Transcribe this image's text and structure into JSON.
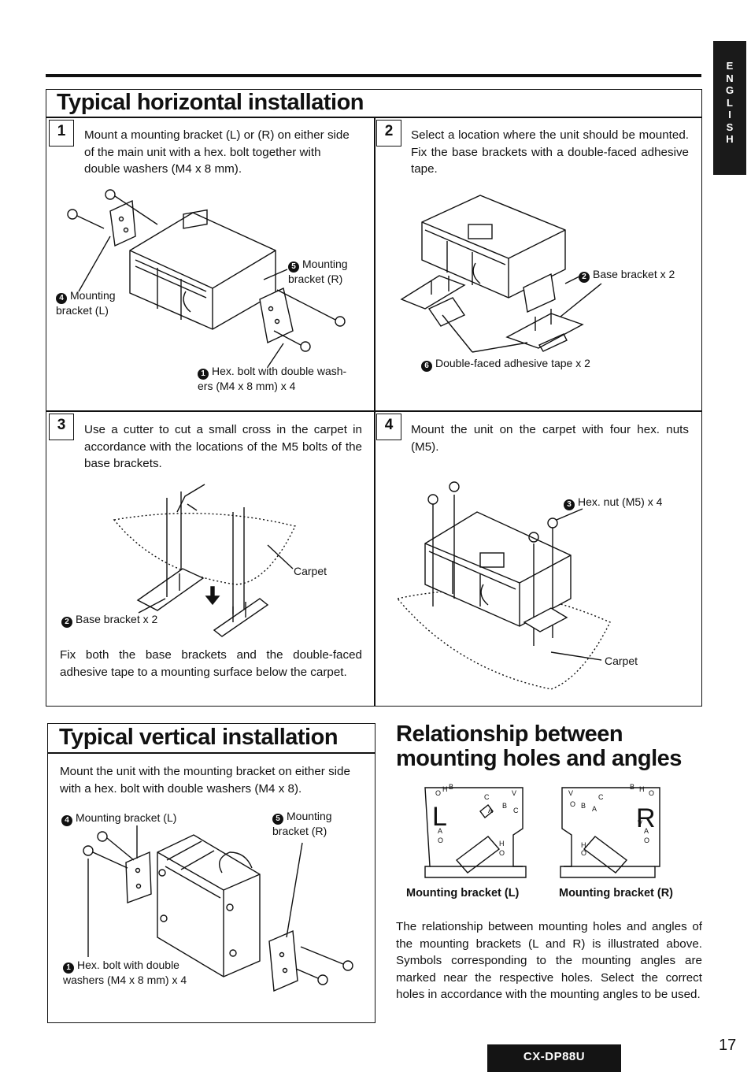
{
  "sidebar": {
    "letters": [
      "E",
      "N",
      "G",
      "L",
      "I",
      "S",
      "H"
    ]
  },
  "horizontal": {
    "title": "Typical horizontal installation",
    "steps": [
      {
        "number": "1",
        "text": "Mount a mounting bracket (L) or (R) on either side of the main unit with a hex. bolt together with double washers (M4 x 8 mm).",
        "labels": {
          "mount_r_num": "5",
          "mount_r": "Mounting bracket (R)",
          "mount_l_num": "4",
          "mount_l": "Mounting bracket (L)",
          "hex_num": "1",
          "hex": "Hex. bolt with double wash- ers (M4 x 8 mm) x 4"
        }
      },
      {
        "number": "2",
        "text": "Select a location where the unit should be mounted. Fix the base brackets with a double-faced adhesive tape.",
        "labels": {
          "base_num": "2",
          "base": "Base bracket x 2",
          "tape_num": "6",
          "tape": "Double-faced adhesive tape x 2"
        }
      },
      {
        "number": "3",
        "text": "Use a cutter to cut a small cross in the carpet in accordance with the locations of the M5 bolts of the base brackets.",
        "labels": {
          "carpet": "Carpet",
          "base_num": "2",
          "base": "Base bracket x 2"
        },
        "footer": "Fix both the base brackets and the double-faced adhesive tape to a mounting surface below the carpet."
      },
      {
        "number": "4",
        "text": "Mount the unit on the carpet with four hex. nuts (M5).",
        "labels": {
          "nut_num": "3",
          "nut": "Hex. nut (M5) x 4",
          "carpet": "Carpet"
        }
      }
    ]
  },
  "vertical": {
    "title": "Typical vertical installation",
    "text": "Mount the unit with the mounting bracket on either side with a hex. bolt with double washers (M4 x 8).",
    "labels": {
      "mount_l_num": "4",
      "mount_l": "Mounting bracket (L)",
      "mount_r_num": "5",
      "mount_r": "Mounting bracket (R)",
      "hex_num": "1",
      "hex": "Hex. bolt with double washers (M4 x 8 mm) x 4"
    }
  },
  "relationship": {
    "title_line1": "Relationship between",
    "title_line2": "mounting holes and angles",
    "bracket_l_letter": "L",
    "bracket_r_letter": "R",
    "caption_l": "Mounting bracket (L)",
    "caption_r": "Mounting bracket (R)",
    "text": "The relationship between mounting holes and angles of the mounting brackets (L and R) is illustrated above. Symbols corresponding to the mounting angles are marked near the respective holes. Select the correct holes in accordance with the mounting angles to be used."
  },
  "footer": {
    "model": "CX-DP88U",
    "page": "17"
  }
}
